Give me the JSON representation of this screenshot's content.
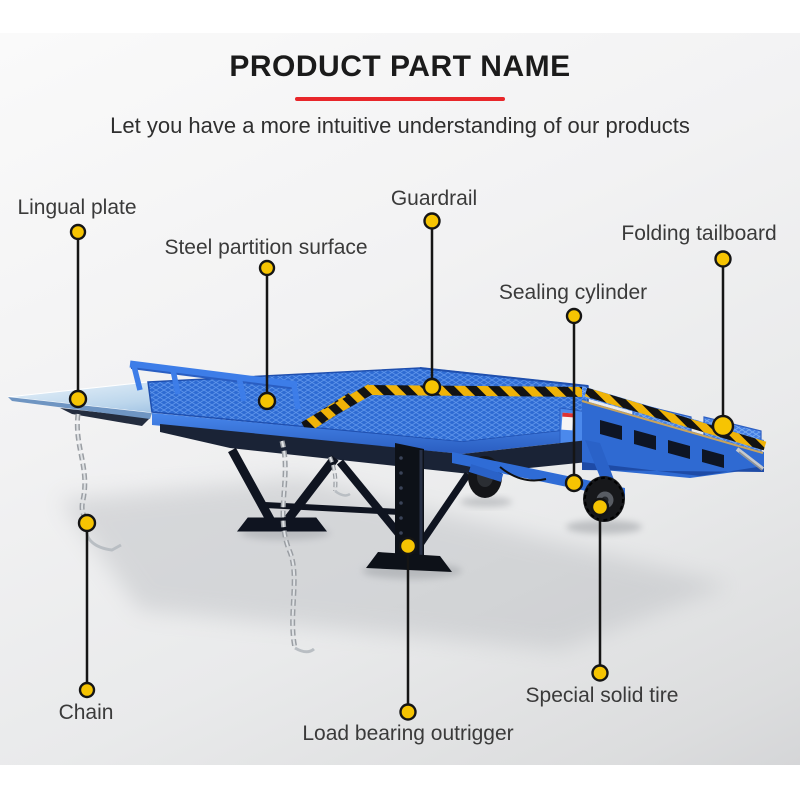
{
  "header": {
    "title": "PRODUCT PART NAME",
    "subtitle": "Let you have a more intuitive understanding of our products",
    "accent_color": "#e8262a"
  },
  "callouts": {
    "dot_color": "#f6c402",
    "line_color": "#151515",
    "label_color": "#3a3a3a",
    "items": [
      {
        "text": "Lingual plate"
      },
      {
        "text": "Steel partition surface"
      },
      {
        "text": "Guardrail"
      },
      {
        "text": "Folding tailboard"
      },
      {
        "text": "Sealing cylinder"
      },
      {
        "text": "Chain"
      },
      {
        "text": "Load bearing outrigger"
      },
      {
        "text": "Special solid tire"
      }
    ]
  },
  "illustration": {
    "name": "mobile-loading-dock-ramp",
    "colors": {
      "ramp_blue": "#2e6bd3",
      "bright_blue": "#3f7fe8",
      "lip_light_blue": "#bcd6ec",
      "hazard_yellow": "#f0b307",
      "hazard_black": "#131313",
      "frame_dark": "#131a2b",
      "tire_black": "#17181b",
      "chain_silver": "#c3c7cc",
      "background_gray": "#ececed"
    }
  }
}
